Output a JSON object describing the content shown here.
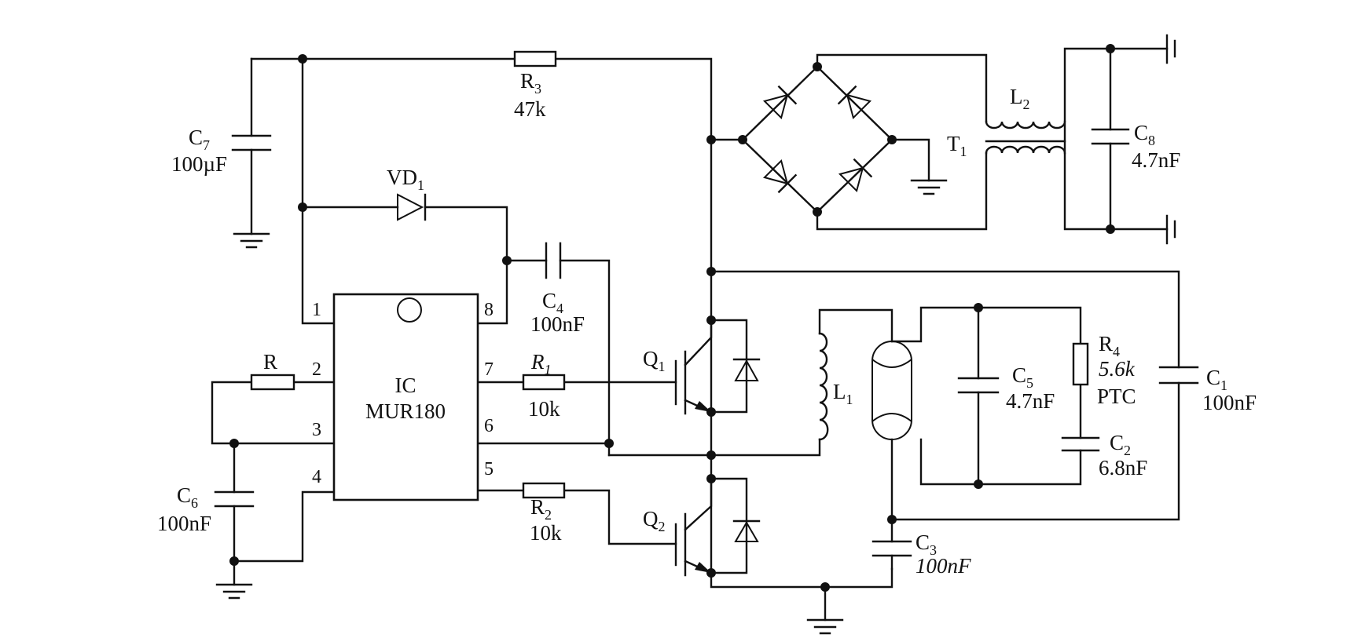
{
  "ic": {
    "name": "IC",
    "part": "MUR180",
    "pins": [
      "1",
      "2",
      "3",
      "4",
      "5",
      "6",
      "7",
      "8"
    ]
  },
  "components": {
    "R3": {
      "ref": "R",
      "sub": "3",
      "value": "47k"
    },
    "C7": {
      "ref": "C",
      "sub": "7",
      "value": "100µF"
    },
    "VD1": {
      "ref": "VD",
      "sub": "1"
    },
    "C4": {
      "ref": "C",
      "sub": "4",
      "value": "100nF"
    },
    "R": {
      "ref": "R"
    },
    "R1": {
      "ref": "R",
      "sub": "1",
      "value": "10k"
    },
    "R2": {
      "ref": "R",
      "sub": "2",
      "value": "10k"
    },
    "C6": {
      "ref": "C",
      "sub": "6",
      "value": "100nF"
    },
    "Q1": {
      "ref": "Q",
      "sub": "1"
    },
    "Q2": {
      "ref": "Q",
      "sub": "2"
    },
    "L1": {
      "ref": "L",
      "sub": "1"
    },
    "L2": {
      "ref": "L",
      "sub": "2"
    },
    "T1": {
      "ref": "T",
      "sub": "1"
    },
    "C8": {
      "ref": "C",
      "sub": "8",
      "value": "4.7nF"
    },
    "C5": {
      "ref": "C",
      "sub": "5",
      "value": "4.7nF"
    },
    "R4": {
      "ref": "R",
      "sub": "4",
      "value": "5.6k",
      "type": "PTC"
    },
    "C2": {
      "ref": "C",
      "sub": "2",
      "value": "6.8nF"
    },
    "C1": {
      "ref": "C",
      "sub": "1",
      "value": "100nF"
    },
    "C3": {
      "ref": "C",
      "sub": "3",
      "value": "100nF"
    }
  },
  "colors": {
    "ink": "#111111",
    "paper": "#ffffff"
  }
}
